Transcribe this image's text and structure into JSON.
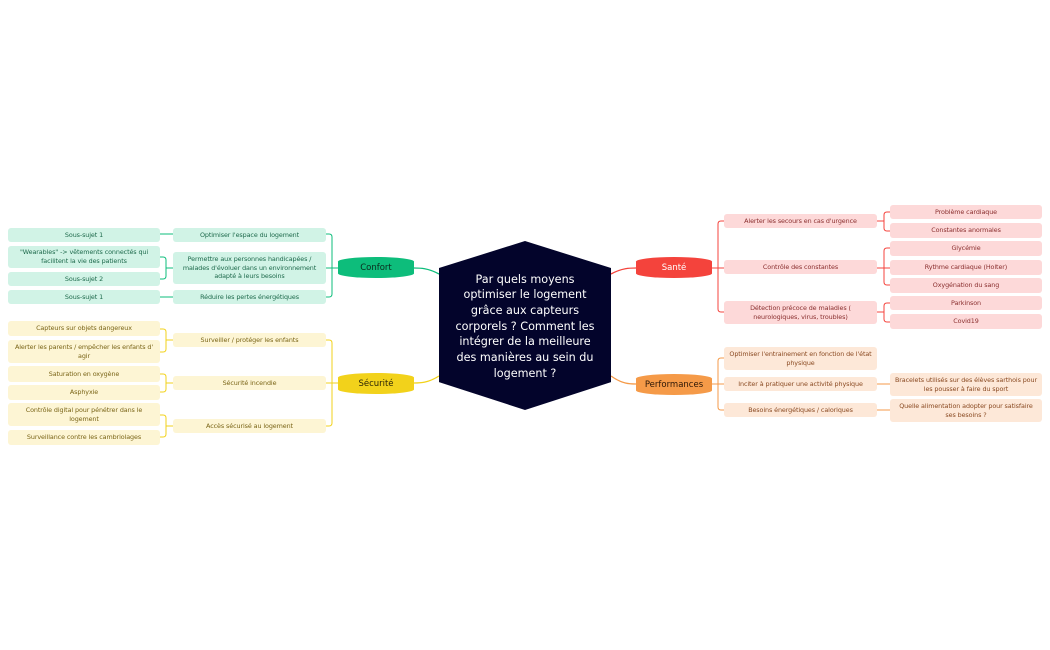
{
  "center": {
    "text": "Par quels moyens optimiser le logement grâce aux capteurs corporels ? Comment les intégrer de la meilleure des manières au sein du logement ?",
    "color": "#03042b"
  },
  "branches": {
    "confort": {
      "label": "Confort",
      "color": "#0dbd7b",
      "children": [
        {
          "label": "Optimiser l'espace du logement",
          "children": [
            {
              "label": "Sous-sujet 1"
            }
          ]
        },
        {
          "label": "Permettre aux personnes handicapées / malades d'évoluer dans un environnement adapté à leurs besoins",
          "children": [
            {
              "label": "\"Wearables\" -> vêtements connectés qui facilitent la vie des patients"
            },
            {
              "label": "Sous-sujet 2"
            }
          ]
        },
        {
          "label": "Réduire les pertes énergétiques",
          "children": [
            {
              "label": "Sous-sujet 1"
            }
          ]
        }
      ]
    },
    "securite": {
      "label": "Sécurité",
      "color": "#f2d21b",
      "children": [
        {
          "label": "Surveiller / protéger les enfants",
          "children": [
            {
              "label": "Capteurs sur objets dangereux"
            },
            {
              "label": "Alerter les parents / empêcher les enfants d' agir"
            }
          ]
        },
        {
          "label": "Sécurité incendie",
          "children": [
            {
              "label": "Saturation en oxygène"
            },
            {
              "label": "Asphyxie"
            }
          ]
        },
        {
          "label": "Accès sécurisé au logement",
          "children": [
            {
              "label": "Contrôle digital pour pénétrer dans le logement"
            },
            {
              "label": "Surveillance contre les cambriolages"
            }
          ]
        }
      ]
    },
    "sante": {
      "label": "Santé",
      "color": "#f4433c",
      "children": [
        {
          "label": "Alerter les secours en cas d'urgence",
          "children": [
            {
              "label": "Problème cardiaque"
            },
            {
              "label": "Constantes anormales"
            }
          ]
        },
        {
          "label": "Contrôle des constantes",
          "children": [
            {
              "label": "Glycémie"
            },
            {
              "label": "Rythme cardiaque (Holter)"
            },
            {
              "label": "Oxygénation du sang"
            }
          ]
        },
        {
          "label": "Détection précoce de maladies ( neurologiques, virus, troubles)",
          "children": [
            {
              "label": "Parkinson"
            },
            {
              "label": "Covid19"
            }
          ]
        }
      ]
    },
    "performances": {
      "label": "Performances",
      "color": "#f59a48",
      "children": [
        {
          "label": "Optimiser l'entrainement en fonction de l'état physique",
          "children": []
        },
        {
          "label": "Inciter à pratiquer une activité physique",
          "children": [
            {
              "label": "Bracelets utilisés sur des élèves sarthois pour les pousser à faire du sport"
            }
          ]
        },
        {
          "label": "Besoins énergétiques / caloriques",
          "children": [
            {
              "label": "Quelle alimentation adopter pour satisfaire ses besoins ?"
            }
          ]
        }
      ]
    }
  }
}
